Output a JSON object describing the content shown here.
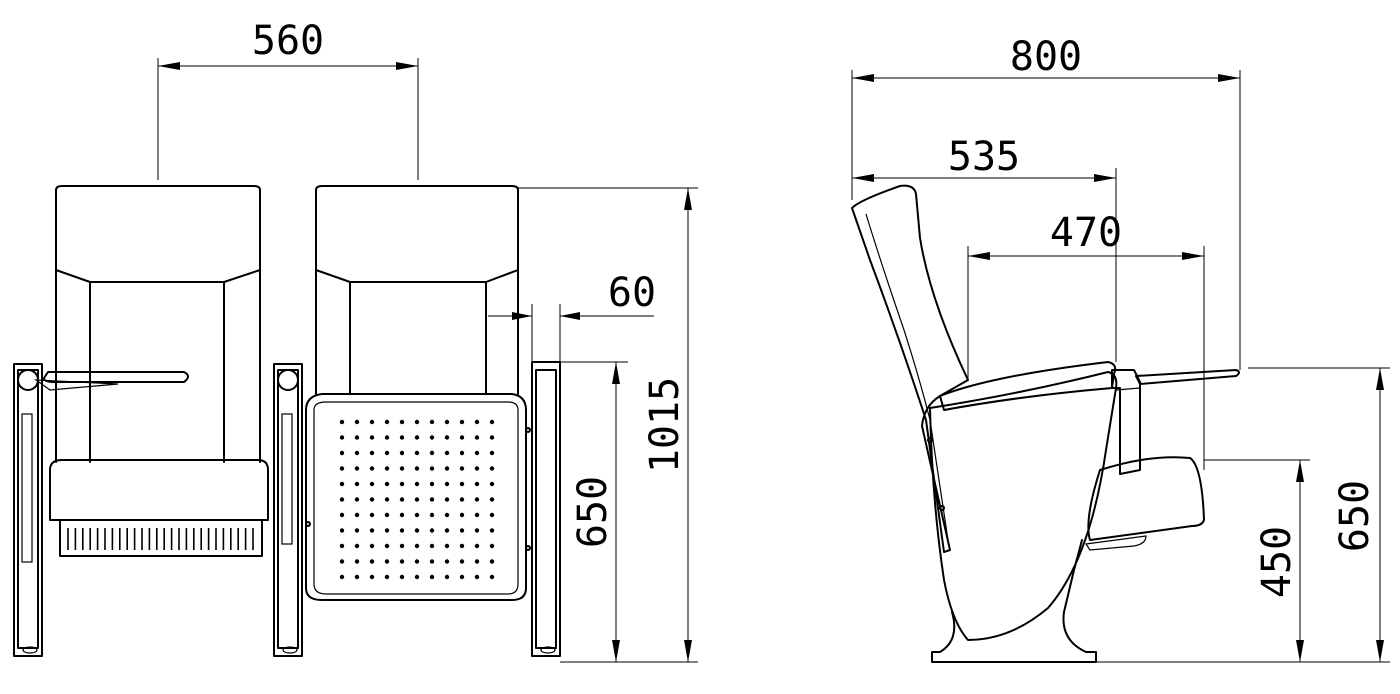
{
  "dimensions": {
    "seat_pitch": "560",
    "armrest_width": "60",
    "front_total_height": "1015",
    "front_armrest_height": "650",
    "side_total_depth": "800",
    "side_depth_535": "535",
    "side_seat_depth": "470",
    "side_armrest_height": "650",
    "side_seat_height": "450"
  },
  "colors": {
    "line": "#000000",
    "background": "#ffffff"
  }
}
